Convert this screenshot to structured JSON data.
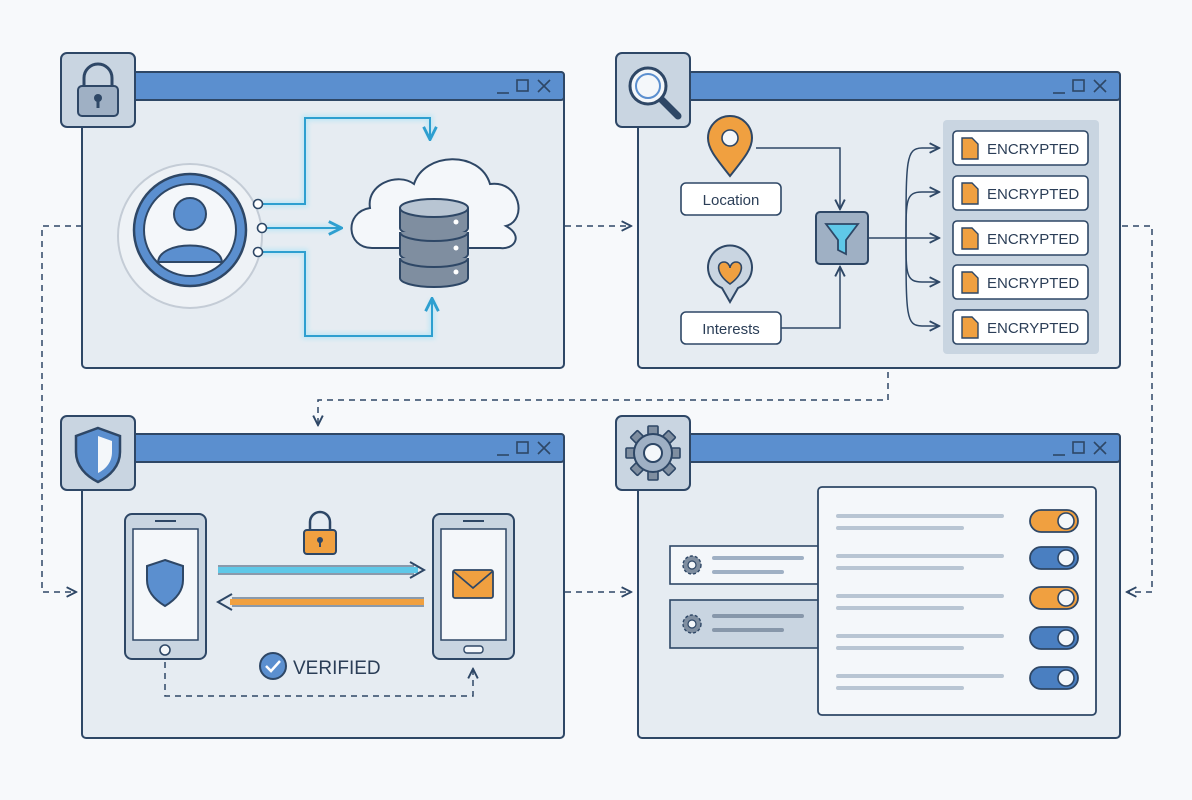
{
  "window_controls": [
    "_",
    "□",
    "✕"
  ],
  "panels": {
    "cloud_upload": {
      "badge_icon": "padlock-icon",
      "user_icon": "user-avatar-icon",
      "storage_icon": "cloud-database-icon"
    },
    "data_filter": {
      "badge_icon": "magnifier-icon",
      "location_label": "Location",
      "interests_label": "Interests",
      "filter_icon": "funnel-icon",
      "encrypted_items": [
        "ENCRYPTED",
        "ENCRYPTED",
        "ENCRYPTED",
        "ENCRYPTED",
        "ENCRYPTED"
      ]
    },
    "secure_transfer": {
      "badge_icon": "shield-icon",
      "status_label": "VERIFIED",
      "lock_icon": "padlock-icon",
      "message_icon": "envelope-icon"
    },
    "settings": {
      "badge_icon": "gear-icon",
      "toggles": [
        {
          "on": true,
          "color": "#f0a040"
        },
        {
          "on": true,
          "color": "#4a7fc1"
        },
        {
          "on": true,
          "color": "#f0a040"
        },
        {
          "on": true,
          "color": "#4a7fc1"
        },
        {
          "on": true,
          "color": "#4a7fc1"
        }
      ]
    }
  },
  "colors": {
    "titlebar": "#5b8fcf",
    "frame": "#2e4766",
    "panel_bg": "#e6ecf2",
    "accent_orange": "#f0a040",
    "accent_cyan": "#5fc8e8",
    "accent_blue": "#4a7fc1"
  }
}
